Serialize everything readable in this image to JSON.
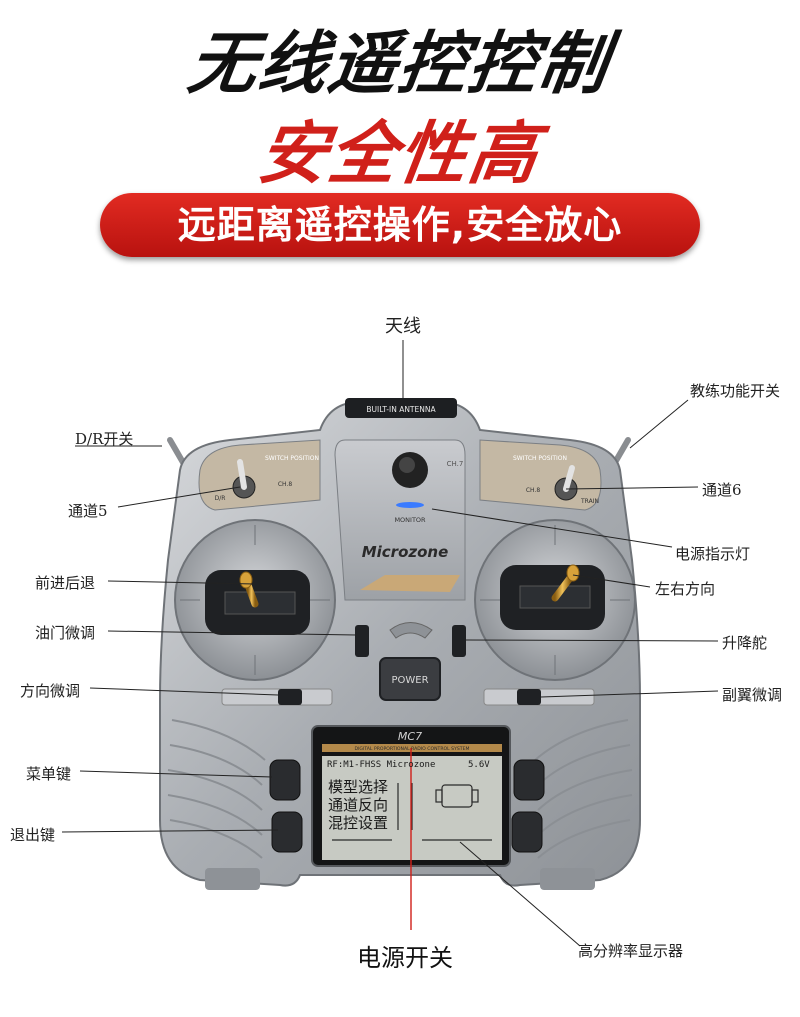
{
  "headline": {
    "line1": "无线遥控控制",
    "line2": "安全性高",
    "banner": "远距离遥控操作,安全放心"
  },
  "device": {
    "antenna_strip": "BUILT-IN ANTENNA",
    "brand": "Microzone",
    "monitor": "MONITOR",
    "power_button": "POWER",
    "model": "MC7",
    "lcd_band": "DIGITAL PROPORTIONAL RADIO CONTROL SYSTEM",
    "switch_left": "SWITCH POSITION",
    "switch_right": "SWITCH POSITION",
    "ch8_left": "CH.8",
    "ch8_right": "CH.8",
    "dr": "D/R",
    "train": "TRAIN",
    "ch7": "CH.7",
    "lcd": {
      "line1": "RF:M1-FHSS Microzone",
      "battery": "5.6V",
      "menu1": "模型选择",
      "menu2": "通道反向",
      "menu3": "混控设置"
    }
  },
  "labels": {
    "antenna": "天线",
    "trainer_switch": "教练功能开关",
    "dr_switch": "D/R开关",
    "channel5": "通道5",
    "channel6": "通道6",
    "power_led": "电源指示灯",
    "forward_back": "前进后退",
    "left_right": "左右方向",
    "throttle_trim": "油门微调",
    "elevator": "升降舵",
    "steering_trim": "方向微调",
    "aileron_trim": "副翼微调",
    "menu_key": "菜单键",
    "exit_key": "退出键",
    "power_switch": "电源开关",
    "hd_display": "高分辨率显示器"
  },
  "colors": {
    "accent_red": "#d0201a",
    "body_silver": "#b9bcc0",
    "knob_gold": "#c8962e",
    "led_blue": "#3a7bff"
  }
}
